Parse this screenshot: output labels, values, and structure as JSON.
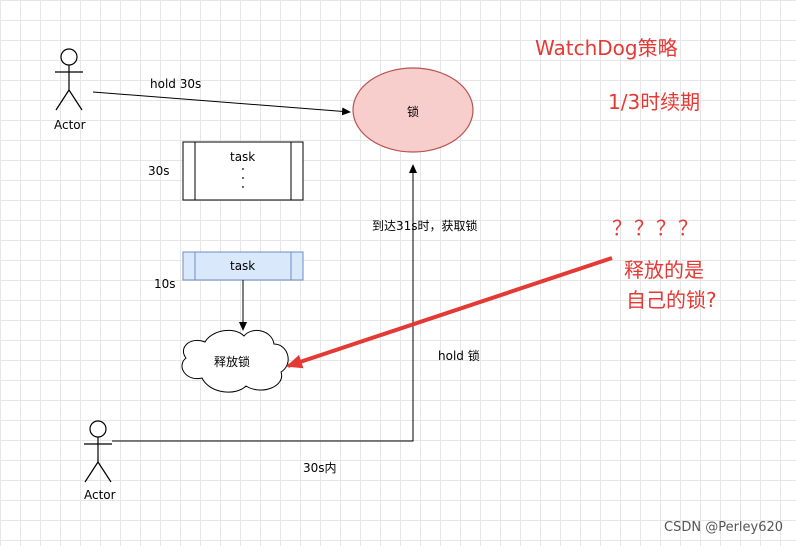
{
  "actors": {
    "top": "Actor",
    "bottom": "Actor"
  },
  "edges": {
    "hold_30s": "hold  30s",
    "reach_31s": "到达31s时，获取锁",
    "hold_lock": "hold  锁",
    "within_30s": "30s内"
  },
  "nodes": {
    "lock": "锁",
    "task_top": "task",
    "task_top_duration": "30s",
    "task_bottom": "task",
    "task_bottom_duration": "10s",
    "release_lock": "释放锁"
  },
  "annotations": {
    "title": "WatchDog策略",
    "renewal": "1/3时续期",
    "question_marks": "？？？？",
    "question_line1": "释放的是",
    "question_line2": "自己的锁?"
  },
  "watermark": "CSDN @Perley620",
  "colors": {
    "annotation_red": "#e53935",
    "lock_fill": "#f8cecc",
    "lock_stroke": "#b85450",
    "task_fill": "#dae8fc",
    "task_stroke": "#6c8ebf"
  }
}
